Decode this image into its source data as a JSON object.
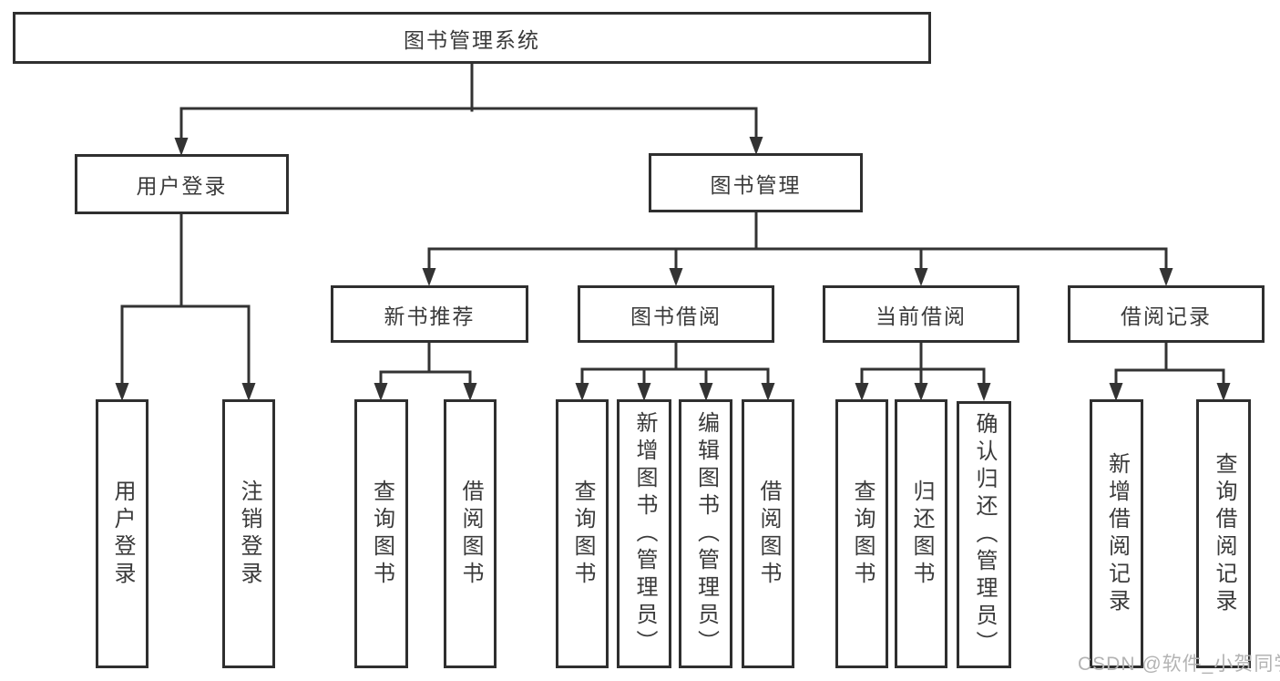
{
  "diagram": {
    "title": "图书管理系统",
    "root": {
      "label": "图书管理系统"
    },
    "level2": [
      {
        "label": "用户登录"
      },
      {
        "label": "图书管理"
      }
    ],
    "level3": [
      {
        "label": "新书推荐",
        "parent": "图书管理"
      },
      {
        "label": "图书借阅",
        "parent": "图书管理"
      },
      {
        "label": "当前借阅",
        "parent": "图书管理"
      },
      {
        "label": "借阅记录",
        "parent": "图书管理"
      }
    ],
    "leaves": [
      {
        "label": "用户登录",
        "parent": "用户登录"
      },
      {
        "label": "注销登录",
        "parent": "用户登录"
      },
      {
        "label": "查询图书",
        "parent": "新书推荐"
      },
      {
        "label": "借阅图书",
        "parent": "新书推荐"
      },
      {
        "label": "查询图书",
        "parent": "图书借阅"
      },
      {
        "label": "新增图书（管理员）",
        "parent": "图书借阅"
      },
      {
        "label": "编辑图书（管理员）",
        "parent": "图书借阅"
      },
      {
        "label": "借阅图书",
        "parent": "图书借阅"
      },
      {
        "label": "查询图书",
        "parent": "当前借阅"
      },
      {
        "label": "归还图书",
        "parent": "当前借阅"
      },
      {
        "label": "确认归还（管理员）",
        "parent": "当前借阅"
      },
      {
        "label": "新增借阅记录",
        "parent": "借阅记录"
      },
      {
        "label": "查询借阅记录",
        "parent": "借阅记录"
      }
    ]
  },
  "watermark": {
    "text": "CSDN @软件_小贺同学"
  },
  "colors": {
    "line": "#333333",
    "border": "#2f2f2f",
    "text": "#3a3a3a",
    "watermark": "#b3b3b3",
    "background": "#ffffff"
  }
}
